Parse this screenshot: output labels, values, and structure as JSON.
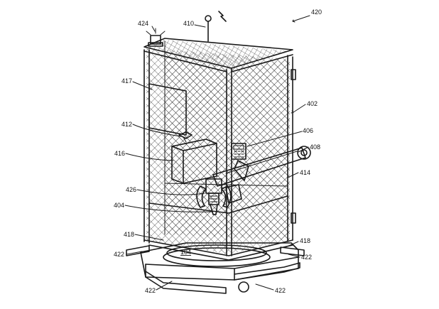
{
  "figure": {
    "line_color": "#1a1a1a",
    "background": "#ffffff",
    "labels": {
      "l420": "420",
      "l424": "424",
      "l410": "410",
      "l417": "417",
      "l402": "402",
      "l412": "412",
      "l406": "406",
      "l408": "408",
      "l416": "416",
      "l414": "414",
      "l426": "426",
      "l404": "404",
      "l418a": "418",
      "l418b": "418",
      "l104": "104",
      "l422a": "422",
      "l422b": "422",
      "l422c": "422",
      "l422d": "422"
    }
  }
}
